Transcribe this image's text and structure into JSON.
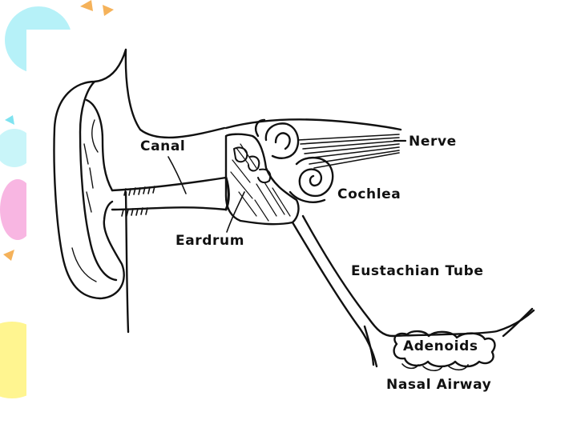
{
  "diagram": {
    "labels": {
      "canal": "Canal",
      "nerve": "Nerve",
      "cochlea": "Cochlea",
      "eardrum": "Eardrum",
      "eustachian_tube": "Eustachian Tube",
      "adenoids": "Adenoids",
      "nasal_airway": "Nasal Airway"
    },
    "colors": {
      "line": "#111111",
      "background": "#ffffff",
      "decor_cyan": "#7fe3f0",
      "decor_pink": "#f59ad8",
      "decor_yellow": "#fff27a",
      "decor_orange": "#f5b25a"
    }
  }
}
